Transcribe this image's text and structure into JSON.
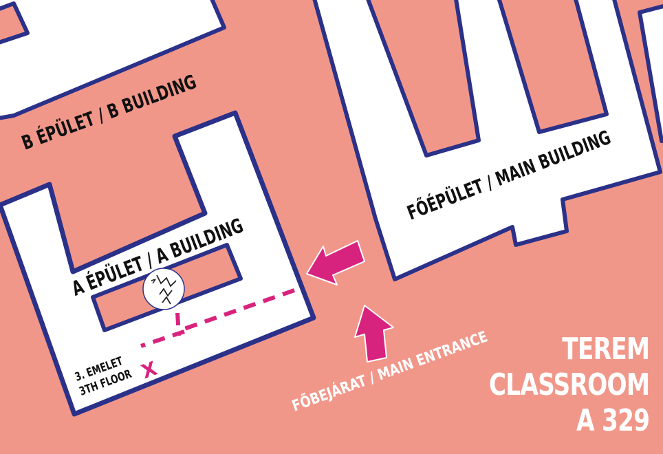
{
  "colors": {
    "background": "#f1978a",
    "building_fill": "#ffffff",
    "building_outline": "#2b3188",
    "route_accent": "#d8237e",
    "label_text": "#111111",
    "title_text": "#ffffff"
  },
  "buildings": {
    "b_building": {
      "label": "B ÉPÜLET / B BUILDING"
    },
    "a_building": {
      "label": "A ÉPÜLET / A BUILDING"
    },
    "main_building": {
      "label": "FŐÉPÜLET / MAIN BUILDING"
    }
  },
  "entrance": {
    "label": "FŐBEJÁRAT / MAIN ENTRANCE"
  },
  "floor": {
    "line1": "3. EMELET",
    "line2": "3TH FLOOR",
    "marker": "X"
  },
  "stairs": {
    "icon": "stairs-icon"
  },
  "title": {
    "line1": "TEREM",
    "line2": "CLASSROOM",
    "line3": "A 329"
  }
}
